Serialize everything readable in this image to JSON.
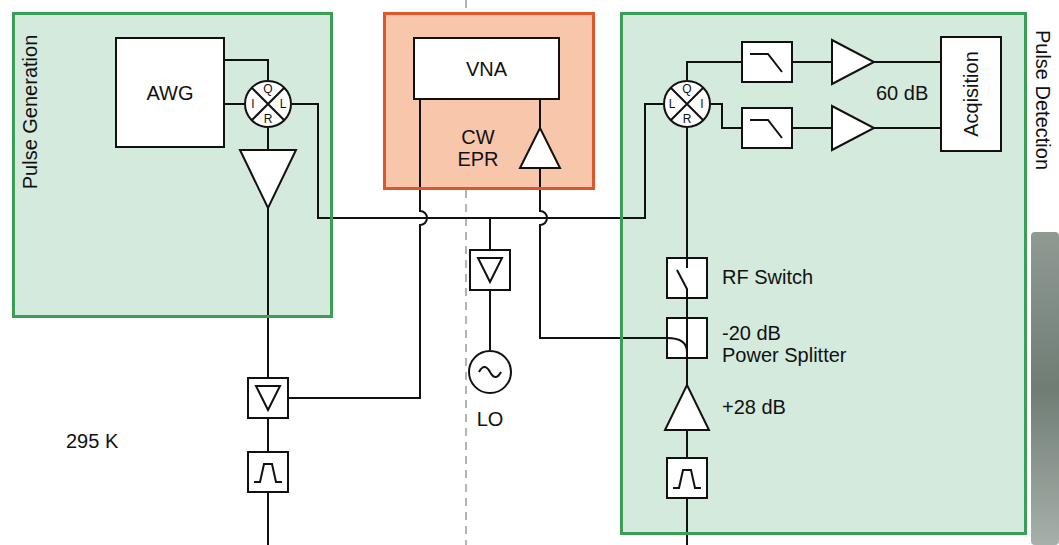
{
  "diagram": {
    "nodes": [
      {
        "text": [
          "Pulse Generation"
        ]
      },
      {
        "text": [
          "AWG"
        ],
        "in": 0
      },
      {
        "text": [
          "I",
          "Q",
          "L",
          "R"
        ],
        "in": 0
      },
      {
        "text": [
          "CW EPR"
        ]
      },
      {
        "text": [
          "VNA"
        ],
        "in": 3
      },
      {
        "text": [
          "LO"
        ]
      },
      {
        "text": [
          "Pulse Detection"
        ]
      },
      {
        "text": [
          "L",
          "Q",
          "I",
          "R"
        ],
        "in": 6
      },
      {
        "text": [
          "Acqisition"
        ],
        "in": 6
      }
    ],
    "edges": [
      {
        "from": 1,
        "to": 2,
        "arrow": "none"
      },
      {
        "from": 1,
        "to": 2,
        "arrow": "none"
      },
      {
        "from": 5,
        "to": 2,
        "arrow": "none"
      },
      {
        "from": 5,
        "to": 7,
        "arrow": "none"
      },
      {
        "from": 7,
        "to": 8,
        "arrow": "none"
      },
      {
        "from": 7,
        "to": 8,
        "arrow": "none"
      }
    ],
    "labels": [
      "60 dB",
      "RF Switch",
      "-20 dB Power Splitter",
      "+28 dB",
      "295 K"
    ]
  }
}
